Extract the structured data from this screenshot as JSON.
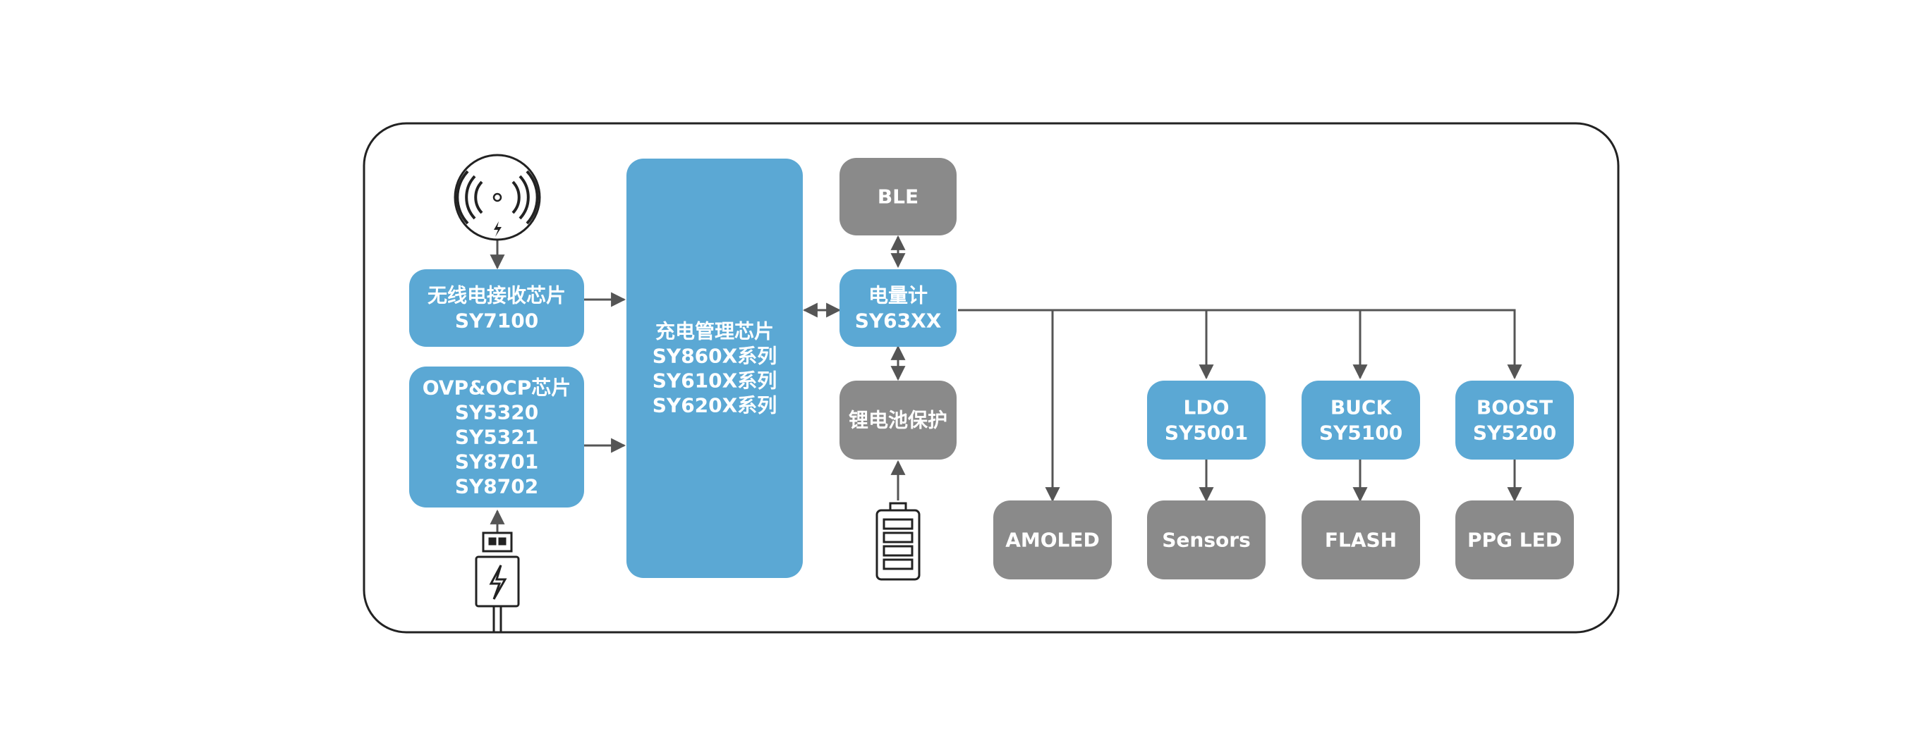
{
  "colors": {
    "blue": "#5ba8d4",
    "gray": "#8a8a8a",
    "line": "#555555",
    "frame": "#222222",
    "text": "#ffffff"
  },
  "blocks": {
    "wireless_rx": {
      "lines": [
        "无线电接收芯片",
        "SY7100"
      ]
    },
    "ovp_ocp": {
      "lines": [
        "OVP&OCP芯片",
        "SY5320",
        "SY5321",
        "SY8701",
        "SY8702"
      ]
    },
    "charger": {
      "lines": [
        "充电管理芯片",
        "SY860X系列",
        "SY610X系列",
        "SY620X系列"
      ]
    },
    "ble": {
      "lines": [
        "BLE"
      ]
    },
    "fuel_gauge": {
      "lines": [
        "电量计",
        "SY63XX"
      ]
    },
    "battery_protect": {
      "lines": [
        "锂电池保护"
      ]
    },
    "ldo": {
      "lines": [
        "LDO",
        "SY5001"
      ]
    },
    "buck": {
      "lines": [
        "BUCK",
        "SY5100"
      ]
    },
    "boost": {
      "lines": [
        "BOOST",
        "SY5200"
      ]
    },
    "amoled": {
      "lines": [
        "AMOLED"
      ]
    },
    "sensors": {
      "lines": [
        "Sensors"
      ]
    },
    "flash": {
      "lines": [
        "FLASH"
      ]
    },
    "ppg_led": {
      "lines": [
        "PPG LED"
      ]
    }
  },
  "icons": {
    "wireless": "wireless-charging-icon",
    "usb": "usb-plug-icon",
    "battery": "battery-icon"
  }
}
